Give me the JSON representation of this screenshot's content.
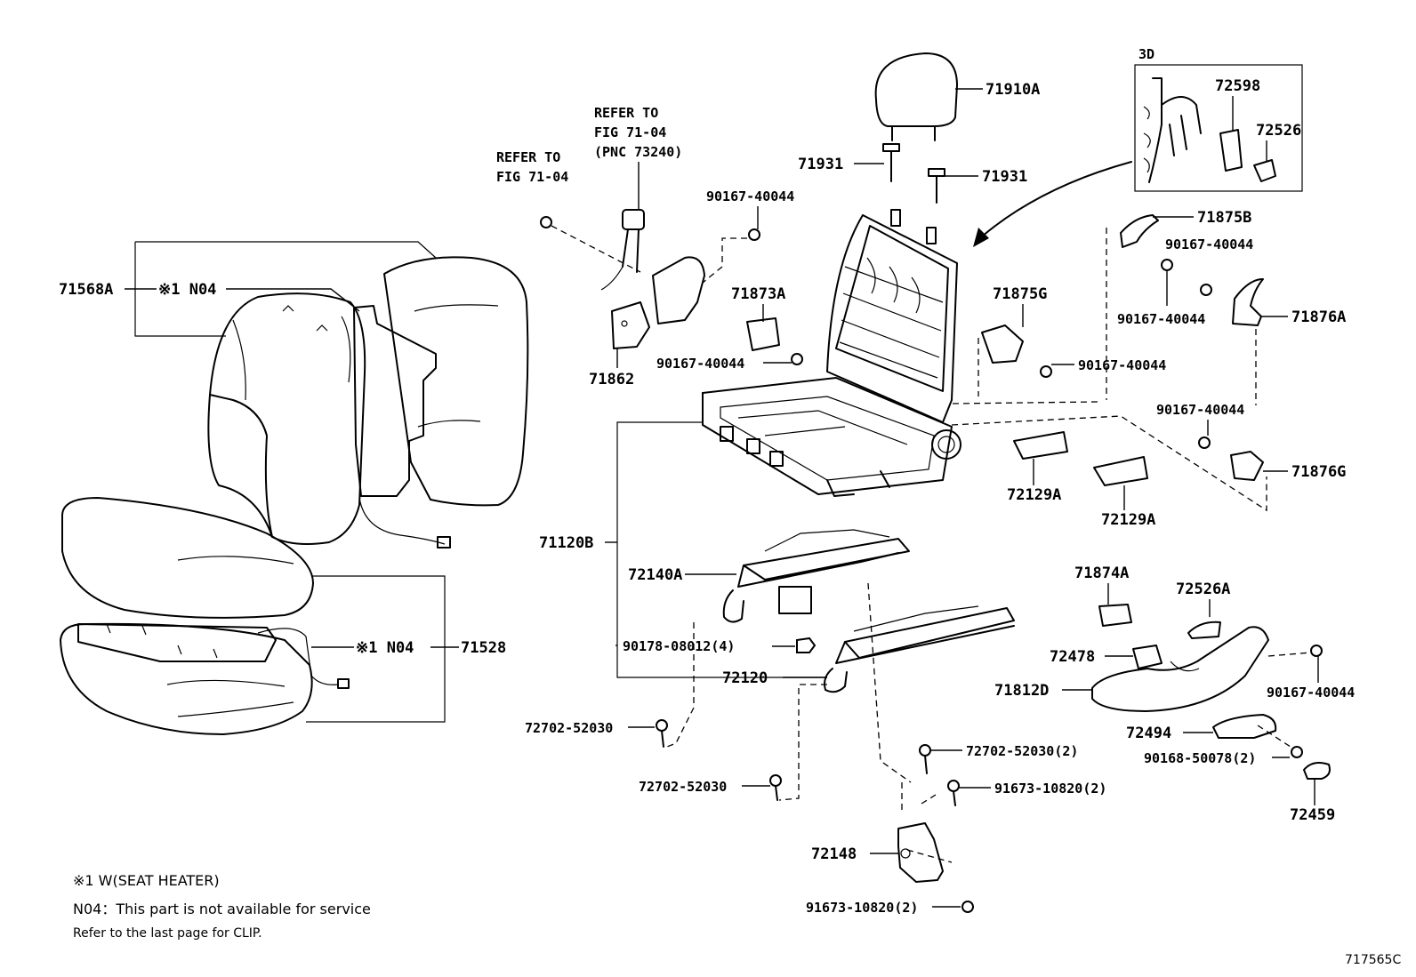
{
  "diagram_id": "717565C",
  "labels": {
    "l71910A": "71910A",
    "l71931a": "71931",
    "l71931b": "71931",
    "l72598": "72598",
    "l72526": "72526",
    "l3d": "3D",
    "l71875B": "71875B",
    "l90167_a": "90167-40044",
    "l90167_b": "90167-40044",
    "l90167_c": "90167-40044",
    "l90167_d": "90167-40044",
    "l90167_e": "90167-40044",
    "l90167_f": "90167-40044",
    "l90167_g": "90167-40044",
    "l71876A": "71876A",
    "l71875G": "71875G",
    "l71876G": "71876G",
    "l71873A": "71873A",
    "l71862": "71862",
    "l71568A": "71568A",
    "l71528": "71528",
    "l71120B": "71120B",
    "l72140A": "72140A",
    "l90178": "90178-08012(4)",
    "l72120": "72120",
    "l72129A_a": "72129A",
    "l72129A_b": "72129A",
    "l71874A": "71874A",
    "l72526A": "72526A",
    "l72478": "72478",
    "l71812D": "71812D",
    "l72494": "72494",
    "l90168": "90168-50078(2)",
    "l72459": "72459",
    "l72702_a": "72702-52030",
    "l72702_b": "72702-52030",
    "l72702_c": "72702-52030(2)",
    "l91673_a": "91673-10820(2)",
    "l91673_b": "91673-10820(2)",
    "l72148": "72148",
    "n04_a": "※1 N04",
    "n04_b": "※1 N04"
  },
  "refs": {
    "ref1_line1": "REFER TO",
    "ref1_line2": "FIG 71-04",
    "ref1_line3": "(PNC 73240)",
    "ref2_line1": "REFER TO",
    "ref2_line2": "FIG 71-04"
  },
  "notes": {
    "note1": "※1  W(SEAT HEATER)",
    "note2": "N04：This part is not available for service",
    "note3": "Refer to the last page for CLIP."
  },
  "icons": [
    "headrest",
    "headrest-support",
    "seat-frame",
    "seatback-cover",
    "seat-cushion",
    "seat-track",
    "recliner-cover",
    "bolt"
  ]
}
